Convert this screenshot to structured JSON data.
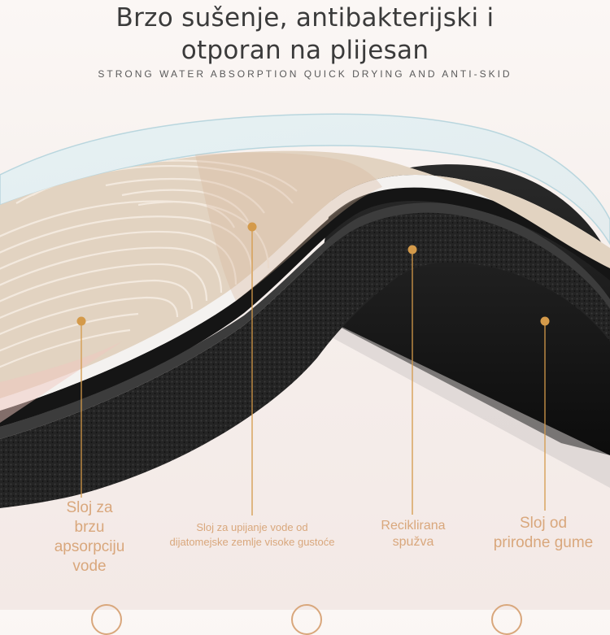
{
  "header": {
    "title_line1": "Brzo sušenje, antibakterijski i",
    "title_line2": "otporan na plijesan",
    "subtitle": "STRONG WATER ABSORPTION QUICK DRYING AND ANTI-SKID"
  },
  "layers": [
    {
      "label": "Sloj za brzu apsorpciju vode",
      "lines": [
        "Sloj za",
        "brzu",
        "apsorpciju",
        "vode"
      ]
    },
    {
      "label": "Sloj za upijanje vode od dijatomejske zemlje visoke gustoće",
      "lines": [
        "Sloj za upijanje vode od",
        "dijatomejske zemlje visoke gustoće"
      ]
    },
    {
      "label": "Reciklirana spužva",
      "lines": [
        "Reciklirana",
        "spužva"
      ]
    },
    {
      "label": "Sloj od prirodne gume",
      "lines": [
        "Sloj od",
        "prirodne gume"
      ]
    }
  ],
  "colors": {
    "accent": "#d9a77c",
    "marker": "#d49a4a",
    "mat_surface": "#e2d3c1",
    "foam": "#1e1e1e",
    "rubber": "#111111"
  }
}
